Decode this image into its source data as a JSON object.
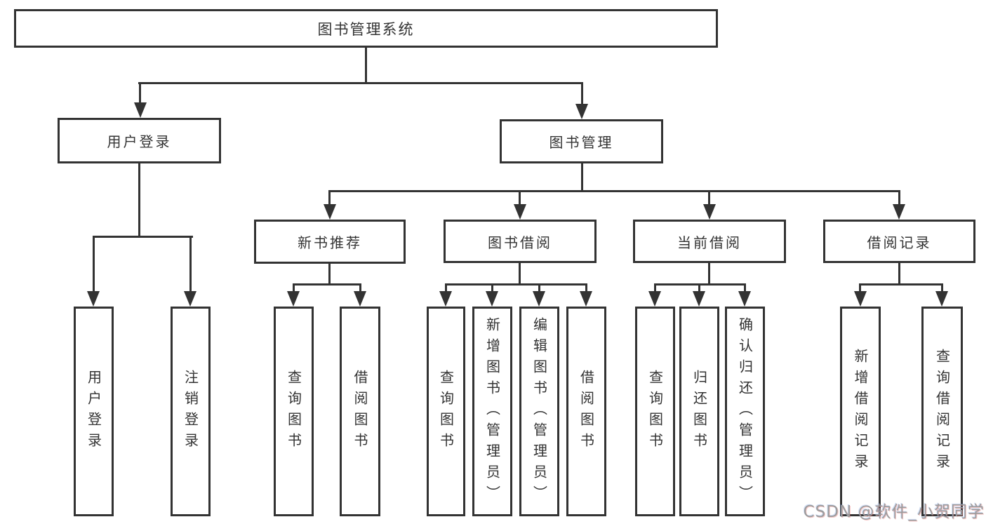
{
  "tree": {
    "root": "图书管理系统",
    "branches": [
      {
        "label": "用户登录",
        "children": [
          "用户登录",
          "注销登录"
        ]
      },
      {
        "label": "图书管理",
        "sections": [
          {
            "label": "新书推荐",
            "children": [
              "查询图书",
              "借阅图书"
            ]
          },
          {
            "label": "图书借阅",
            "children": [
              "查询图书",
              "新增图书（管理员）",
              "编辑图书（管理员）",
              "借阅图书"
            ]
          },
          {
            "label": "当前借阅",
            "children": [
              "查询图书",
              "归还图书",
              "确认归还（管理员）"
            ]
          },
          {
            "label": "借阅记录",
            "children": [
              "新增借阅记录",
              "查询借阅记录"
            ]
          }
        ]
      }
    ]
  },
  "watermark": "CSDN @软件_小贺同学",
  "colors": {
    "line": "#333333",
    "text": "#333333",
    "box_background": "#ffffff",
    "page_background": "#ffffff",
    "watermark": "#9c9c9c"
  }
}
